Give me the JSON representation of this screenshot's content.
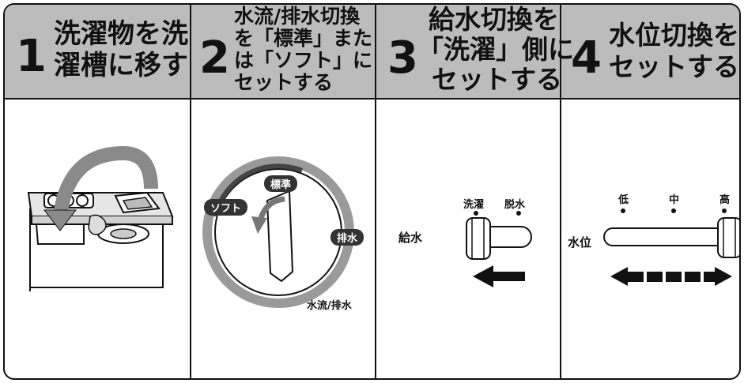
{
  "steps": [
    {
      "num": "1",
      "title_line1": "洗濯物を洗",
      "title_line2": "濯槽に移す"
    },
    {
      "num": "2",
      "title_line1": "水流/排水切換",
      "title_line2": "を「標準」また",
      "title_line3": "は「ソフト」に",
      "title_line4": "セットする"
    },
    {
      "num": "3",
      "title_line1": "給水切換を",
      "title_line2": "「洗濯」側に",
      "title_line3": "セットする"
    },
    {
      "num": "4",
      "title_line1": "水位切換を",
      "title_line2": "セットする"
    }
  ],
  "dial": {
    "standard": "標準",
    "soft": "ソフト",
    "drain": "排水",
    "caption": "水流/排水"
  },
  "supply": {
    "label": "給水",
    "wash": "洗濯",
    "spin": "脱水"
  },
  "level": {
    "label": "水位",
    "low": "低",
    "mid": "中",
    "high": "高"
  },
  "colors": {
    "header_bg": "#bcbcbc",
    "border": "#111111",
    "dial_ring": "#9a9a9a"
  }
}
